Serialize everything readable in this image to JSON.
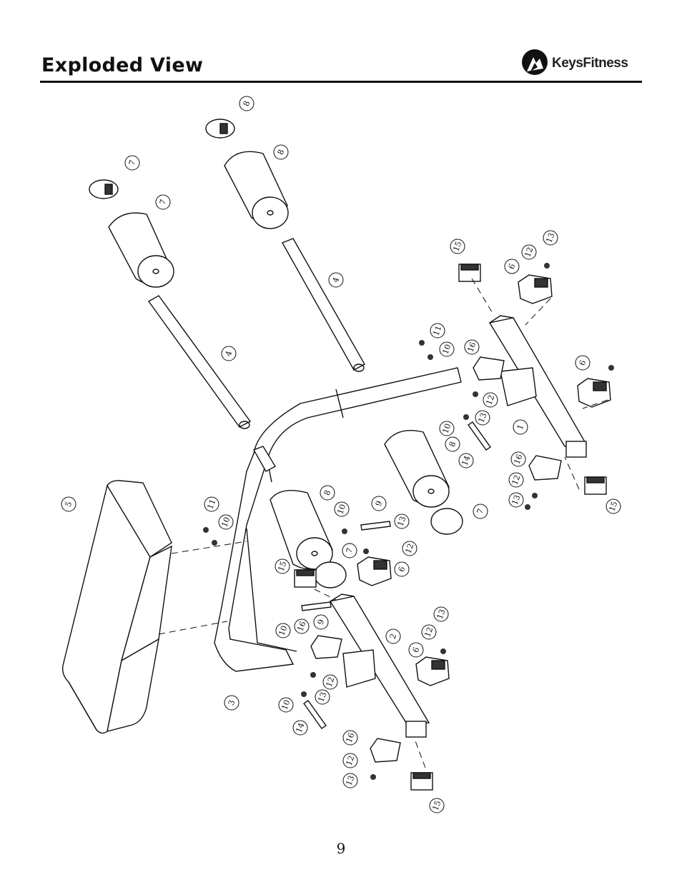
{
  "header": {
    "title": "Exploded View",
    "logo_text_keys": "Keys",
    "logo_text_fitness": "Fitness"
  },
  "footer": {
    "page_number": "9"
  },
  "callouts": [
    "7",
    "8",
    "7",
    "8",
    "4",
    "4",
    "5",
    "15",
    "12",
    "13",
    "6",
    "11",
    "10",
    "16",
    "12",
    "13",
    "6",
    "10",
    "14",
    "1",
    "8",
    "16",
    "12",
    "13",
    "15",
    "11",
    "10",
    "8",
    "10",
    "9",
    "7",
    "13",
    "12",
    "7",
    "6",
    "15",
    "9",
    "16",
    "10",
    "2",
    "13",
    "12",
    "6",
    "3",
    "12",
    "13",
    "10",
    "14",
    "16",
    "12",
    "13",
    "15"
  ]
}
